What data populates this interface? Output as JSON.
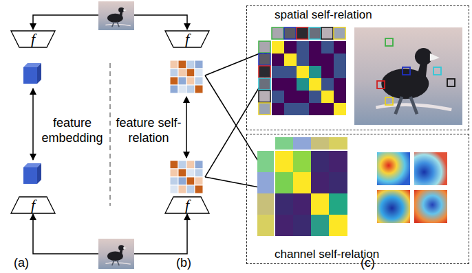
{
  "diagram": {
    "nodes": [
      {
        "text": [
          "f"
        ]
      },
      {
        "text": [
          "f"
        ]
      },
      {
        "text": [
          "spatial self-relation"
        ]
      },
      {
        "text": [
          "f"
        ]
      },
      {
        "text": [
          "f"
        ]
      },
      {
        "text": [
          "channel self-relation"
        ]
      }
    ],
    "labels": [
      "feature embedding",
      "feature self-relation",
      "(a)",
      "(b)",
      "(c)"
    ]
  }
}
